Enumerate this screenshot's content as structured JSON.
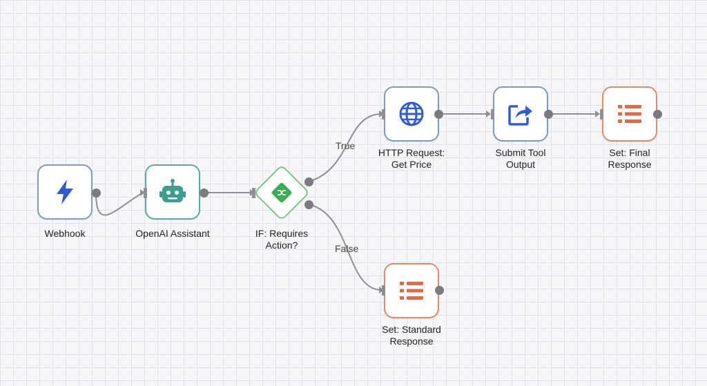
{
  "nodes": {
    "webhook": {
      "label": "Webhook",
      "icon": "lightning-icon"
    },
    "openai": {
      "label": "OpenAI Assistant",
      "icon": "robot-icon"
    },
    "if_node": {
      "label_line1": "IF: Requires",
      "label_line2": "Action?",
      "icon": "shuffle-icon"
    },
    "http": {
      "label_line1": "HTTP Request:",
      "label_line2": "Get Price",
      "icon": "globe-icon"
    },
    "submit": {
      "label_line1": "Submit Tool",
      "label_line2": "Output",
      "icon": "share-icon"
    },
    "final": {
      "label_line1": "Set: Final",
      "label_line2": "Response",
      "icon": "list-icon"
    },
    "standard": {
      "label_line1": "Set: Standard",
      "label_line2": "Response",
      "icon": "list-icon"
    }
  },
  "edges": {
    "true_label": "True",
    "false_label": "False"
  },
  "colors": {
    "blue_icon": "#2f5bd6",
    "teal_icon": "#3e9e8e",
    "green_icon": "#3cab55",
    "orange_icon": "#e0694a"
  }
}
